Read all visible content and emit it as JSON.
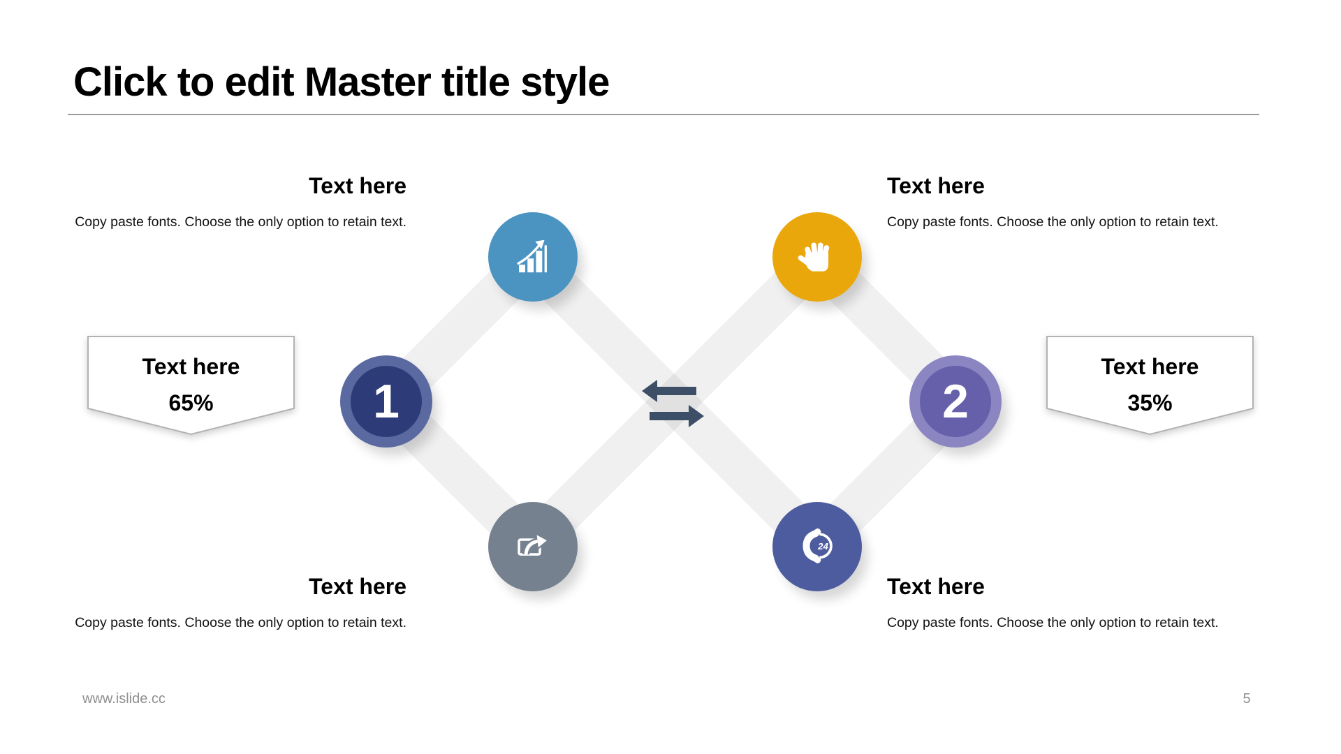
{
  "slide": {
    "title": "Click to edit Master title style",
    "footer_url": "www.islide.cc",
    "page_number": "5"
  },
  "blocks": {
    "top_left": {
      "heading": "Text here",
      "body": "Copy paste fonts. Choose the only option to retain text."
    },
    "top_right": {
      "heading": "Text here",
      "body": "Copy paste fonts. Choose the only option to retain text."
    },
    "bottom_left": {
      "heading": "Text here",
      "body": "Copy paste fonts. Choose the only option to retain text."
    },
    "bottom_right": {
      "heading": "Text here",
      "body": "Copy paste fonts. Choose the only option to retain text."
    }
  },
  "badges": {
    "left": {
      "label": "Text here",
      "value": "65%"
    },
    "right": {
      "label": "Text here",
      "value": "35%"
    }
  },
  "steps": {
    "one": "1",
    "two": "2"
  },
  "icons": {
    "top_left_circle": "bar-chart-growth-icon",
    "top_right_circle": "open-hand-icon",
    "bottom_left_circle": "share-export-icon",
    "bottom_right_circle": "phone-24h-icon",
    "center": "exchange-arrows-icon",
    "phone_badge": "24"
  },
  "colors": {
    "chart_circle": "#4B93C1",
    "hand_circle": "#EAA70B",
    "share_circle": "#75818F",
    "phone_circle": "#4D5C9E",
    "step1_outer": "#5A69A0",
    "step1_inner": "#2D3B78",
    "step2_outer": "#8B85C1",
    "step2_inner": "#6660AB",
    "arrows": "#3D4F66",
    "ribbon": "rgba(0,0,0,0.058)",
    "footer_text": "#8f8f8f"
  }
}
